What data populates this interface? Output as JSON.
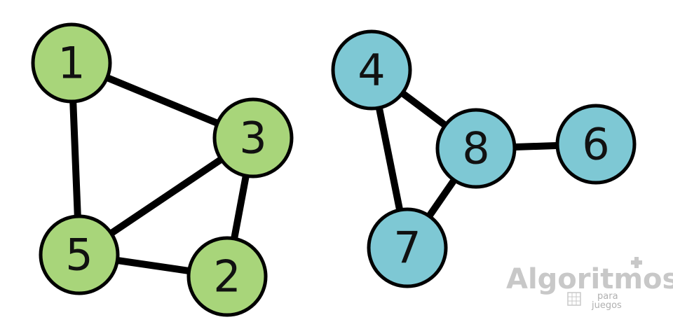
{
  "graph": {
    "nodes": [
      {
        "id": "1",
        "label": "1",
        "group": "green"
      },
      {
        "id": "3",
        "label": "3",
        "group": "green"
      },
      {
        "id": "5",
        "label": "5",
        "group": "green"
      },
      {
        "id": "2",
        "label": "2",
        "group": "green"
      },
      {
        "id": "4",
        "label": "4",
        "group": "blue"
      },
      {
        "id": "8",
        "label": "8",
        "group": "blue"
      },
      {
        "id": "6",
        "label": "6",
        "group": "blue"
      },
      {
        "id": "7",
        "label": "7",
        "group": "blue"
      }
    ],
    "edges": [
      [
        "1",
        "3"
      ],
      [
        "1",
        "5"
      ],
      [
        "3",
        "5"
      ],
      [
        "3",
        "2"
      ],
      [
        "5",
        "2"
      ],
      [
        "4",
        "8"
      ],
      [
        "4",
        "7"
      ],
      [
        "8",
        "7"
      ],
      [
        "8",
        "6"
      ]
    ]
  },
  "colors": {
    "green": "#a8d57a",
    "blue": "#7ec8d4",
    "edge": "#000000",
    "logo": "#c8c8c8"
  },
  "logo": {
    "main": "Algoritmos",
    "sub_1": "para",
    "sub_2": "juegos"
  }
}
